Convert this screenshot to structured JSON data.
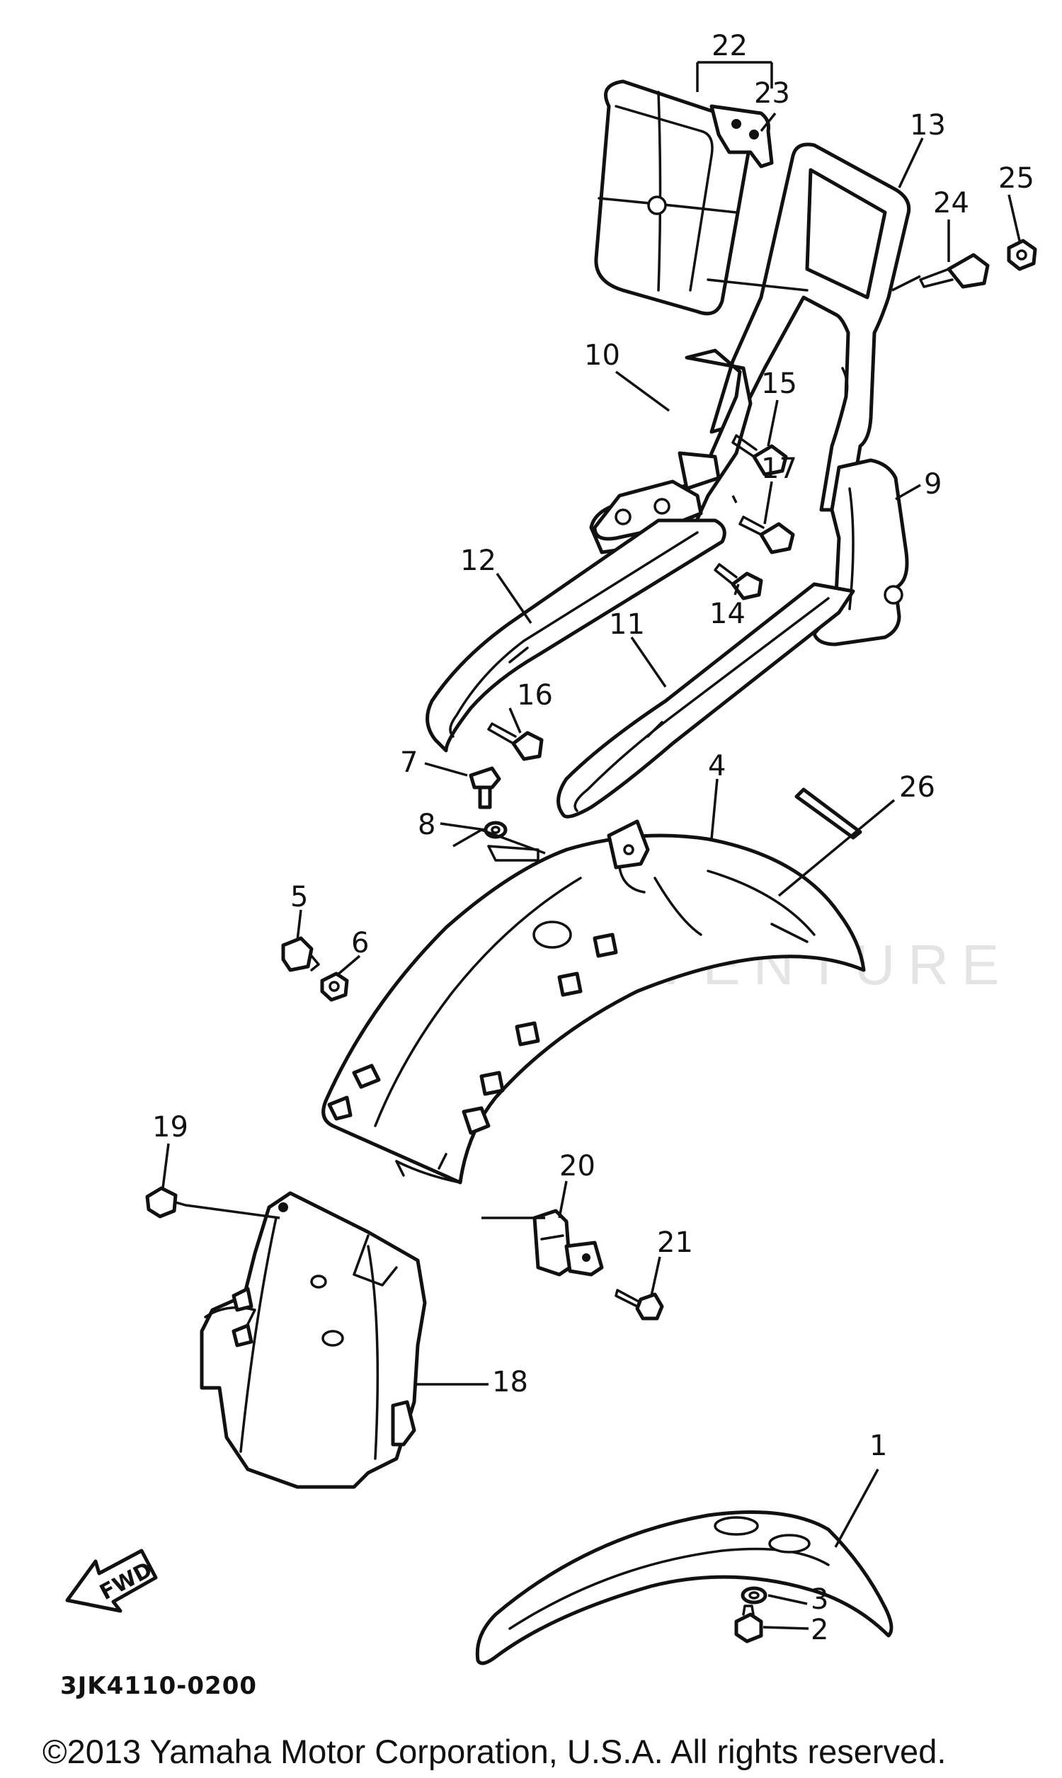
{
  "diagram": {
    "callouts": {
      "c1": "1",
      "c2": "2",
      "c3": "3",
      "c4": "4",
      "c5": "5",
      "c6": "6",
      "c7": "7",
      "c8": "8",
      "c9": "9",
      "c10": "10",
      "c11": "11",
      "c12": "12",
      "c13": "13",
      "c14": "14",
      "c15": "15",
      "c16": "16",
      "c17": "17",
      "c18": "18",
      "c19": "19",
      "c20": "20",
      "c21": "21",
      "c22": "22",
      "c23": "23",
      "c24": "24",
      "c25": "25",
      "c26": "26"
    },
    "fwd_label": "FWD",
    "diagram_code": "3JK4110-0200",
    "copyright": "©2013 Yamaha Motor Corporation, U.S.A. All rights reserved.",
    "watermark": "LEADVENTURE",
    "colors": {
      "line": "#111111",
      "background": "#ffffff",
      "watermark": "#e4e4e4"
    }
  }
}
